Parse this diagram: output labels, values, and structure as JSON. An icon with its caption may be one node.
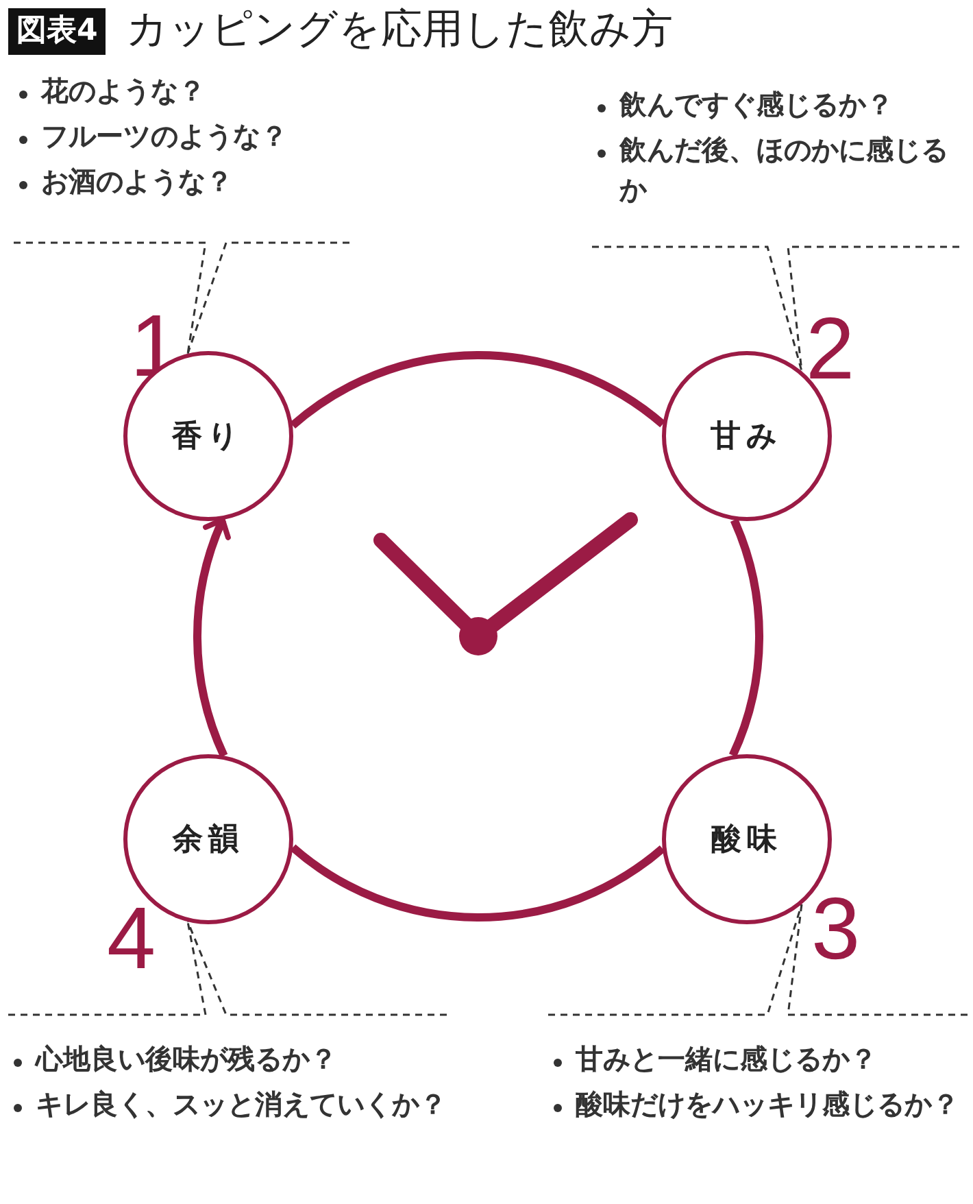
{
  "diagram": {
    "title": "カッピングを応用した飲み方",
    "nodes": [
      {
        "text": [
          "花のような？",
          "フルーツのような？",
          "お酒のような？"
        ]
      },
      {
        "text": [
          "飲んですぐ感じるか？",
          "飲んだ後、ほのかに感じるか"
        ]
      },
      {
        "text": [
          "香り"
        ],
        "beside": [
          "1"
        ]
      },
      {
        "text": [
          "甘み"
        ],
        "beside": [
          "2"
        ]
      },
      {
        "text": [
          "余韻"
        ],
        "beside": [
          "4"
        ]
      },
      {
        "text": [
          "酸味"
        ],
        "beside": [
          "3"
        ]
      },
      {
        "text": [
          "心地良い後味が残るか？",
          "キレ良く、スッと消えていくか？"
        ]
      },
      {
        "text": [
          "甘みと一緒に感じるか？",
          "酸味だけをハッキリ感じるか？"
        ]
      }
    ],
    "edges": [
      {
        "from": 0,
        "to": 2,
        "arrow": "none",
        "style": "dashed"
      },
      {
        "from": 1,
        "to": 3,
        "arrow": "none",
        "style": "dashed"
      },
      {
        "from": 2,
        "to": 3,
        "arrow": "none",
        "style": "thick",
        "color": "#9b1b45"
      },
      {
        "from": 3,
        "to": 5,
        "arrow": "none",
        "style": "thick",
        "color": "#9b1b45"
      },
      {
        "from": 5,
        "to": 4,
        "arrow": "none",
        "style": "thick",
        "color": "#9b1b45"
      },
      {
        "from": 4,
        "to": 2,
        "arrow": "to",
        "style": "thick",
        "color": "#9b1b45"
      },
      {
        "from": 6,
        "to": 4,
        "arrow": "none",
        "style": "dashed"
      },
      {
        "from": 7,
        "to": 5,
        "arrow": "none",
        "style": "dashed"
      }
    ],
    "labels": [
      "図表4"
    ]
  }
}
